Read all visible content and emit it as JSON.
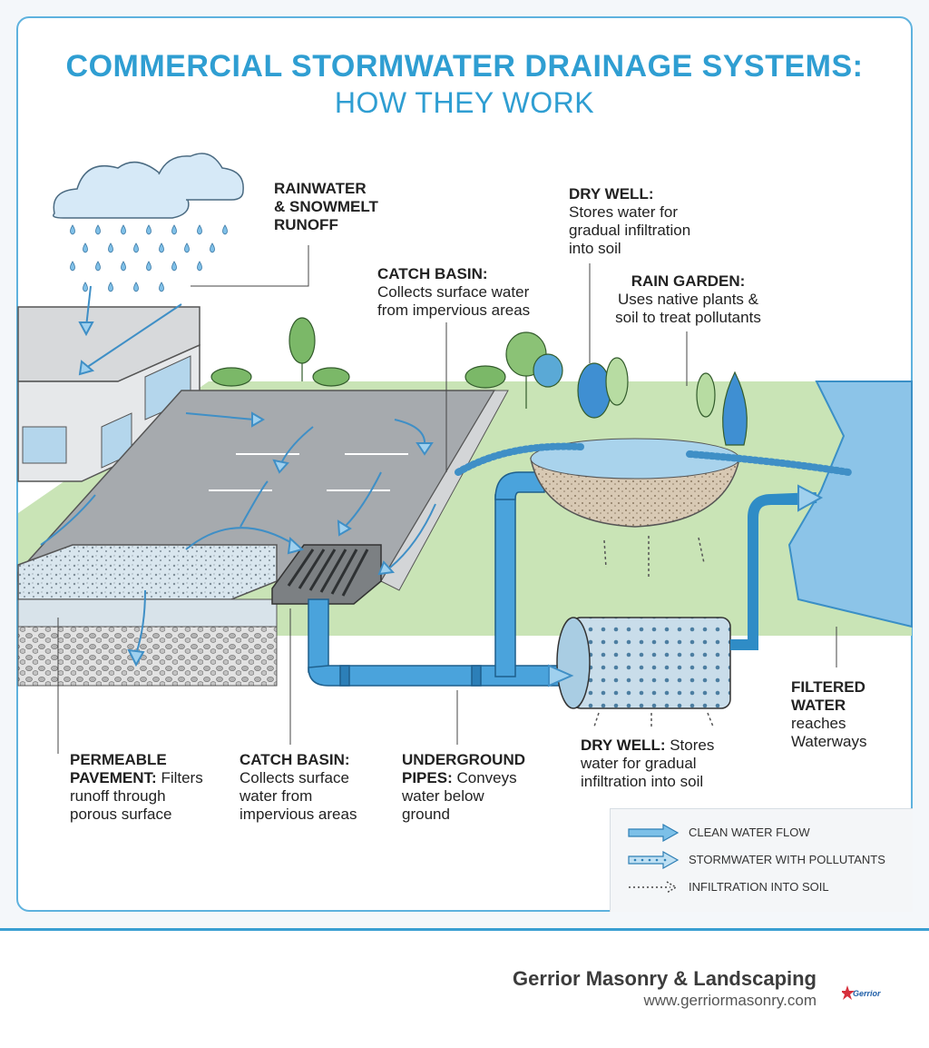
{
  "title": {
    "line1": "COMMERCIAL STORMWATER DRAINAGE SYSTEMS:",
    "line2": "HOW THEY WORK"
  },
  "labels": {
    "rain": {
      "heading_lines": [
        "RAINWATER",
        "& SNOWMELT",
        "RUNOFF"
      ]
    },
    "catch_basin_top": {
      "heading": "CATCH BASIN:",
      "lines": [
        "Collects surface water",
        "from impervious areas"
      ]
    },
    "dry_well_top": {
      "heading": "DRY WELL:",
      "lines": [
        "Stores water for",
        "gradual infiltration",
        "into soil"
      ]
    },
    "rain_garden": {
      "heading": "RAIN GARDEN:",
      "lines": [
        "Uses native plants &",
        "soil to treat pollutants"
      ]
    },
    "permeable": {
      "heading": "PERMEABLE",
      "heading2": "PAVEMENT:",
      "tail": " Filters",
      "lines": [
        "runoff through",
        "porous surface"
      ]
    },
    "catch_basin_bottom": {
      "heading": "CATCH BASIN:",
      "lines": [
        "Collects surface",
        "water from",
        "impervious areas"
      ]
    },
    "pipes": {
      "heading": "UNDERGROUND",
      "heading2": "PIPES:",
      "tail": " Conveys",
      "lines": [
        "water below",
        "ground"
      ]
    },
    "dry_well_bottom": {
      "heading": "DRY WELL:",
      "tail": " Stores",
      "lines": [
        "water for gradual",
        "infiltration into soil"
      ]
    },
    "filtered": {
      "heading_lines": [
        "FILTERED",
        "WATER"
      ],
      "lines": [
        "reaches",
        "Waterways"
      ]
    }
  },
  "legend": [
    {
      "icon": "solid-arrow-icon",
      "label": "CLEAN WATER FLOW"
    },
    {
      "icon": "dotted-arrow-icon",
      "label": "STORMWATER WITH POLLUTANTS"
    },
    {
      "icon": "dashed-arrow-icon",
      "label": "INFILTRATION INTO SOIL"
    }
  ],
  "brand": {
    "name": "Gerrior Masonry & Landscaping",
    "url": "www.gerriormasonry.com",
    "logo_text": "Gerrior"
  },
  "colors": {
    "accent": "#2f9ed2",
    "water": "#4fa8dc",
    "pipe": "#3f98d6",
    "grass": "#b7dca2",
    "pavement": "#a6aaae"
  }
}
